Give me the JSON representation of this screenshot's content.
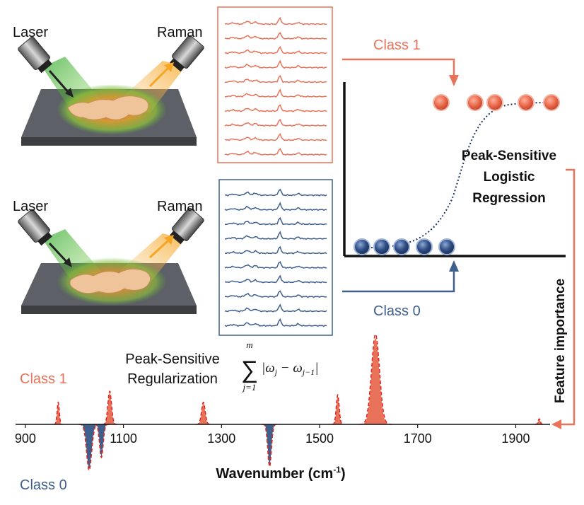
{
  "colors": {
    "class1": "#e8735a",
    "class0": "#3f5f8c",
    "black": "#111111"
  },
  "setups": [
    {
      "laser_label": "Laser",
      "raman_label": "Raman"
    },
    {
      "laser_label": "Laser",
      "raman_label": "Raman"
    }
  ],
  "spectra_boxes": {
    "class1_count": 10,
    "class0_count": 10
  },
  "logistic": {
    "class1_label": "Class 1",
    "class0_label": "Class 0",
    "title_lines": [
      "Peak-Sensitive",
      "Logistic",
      "Regression"
    ],
    "class1_points": 5,
    "class0_points": 5
  },
  "feature_importance_label": "Feature importance",
  "regularization": {
    "title_lines": [
      "Peak-Sensitive",
      "Regularization"
    ],
    "sum_upper": "m",
    "sum_lower": "j=1",
    "expr_open": "|",
    "expr_w1": "ω",
    "expr_sub1": "j",
    "expr_minus": " − ",
    "expr_w2": "ω",
    "expr_sub2": "j−1",
    "expr_close": "|"
  },
  "bottom_plot": {
    "class1_label": "Class 1",
    "class0_label": "Class 0",
    "xlabel_main": "Wavenumber (cm",
    "xlabel_sup": "-1",
    "xlabel_close": ")",
    "ticks": [
      "900",
      "1100",
      "1300",
      "1500",
      "1700",
      "1900"
    ],
    "xmin": 880,
    "xmax": 1970,
    "peaks": [
      {
        "center": 967,
        "height": 0.12,
        "width": 3,
        "class": 1
      },
      {
        "center": 1030,
        "height": -0.25,
        "width": 7,
        "class": 0
      },
      {
        "center": 1055,
        "height": -0.18,
        "width": 5,
        "class": 0
      },
      {
        "center": 1072,
        "height": 0.18,
        "width": 5,
        "class": 1
      },
      {
        "center": 1263,
        "height": 0.12,
        "width": 5,
        "class": 1
      },
      {
        "center": 1398,
        "height": -0.23,
        "width": 5,
        "class": 0
      },
      {
        "center": 1537,
        "height": 0.16,
        "width": 4,
        "class": 1
      },
      {
        "center": 1614,
        "height": 0.49,
        "width": 11,
        "class": 1
      },
      {
        "center": 1948,
        "height": 0.03,
        "width": 3,
        "class": 1
      }
    ]
  }
}
